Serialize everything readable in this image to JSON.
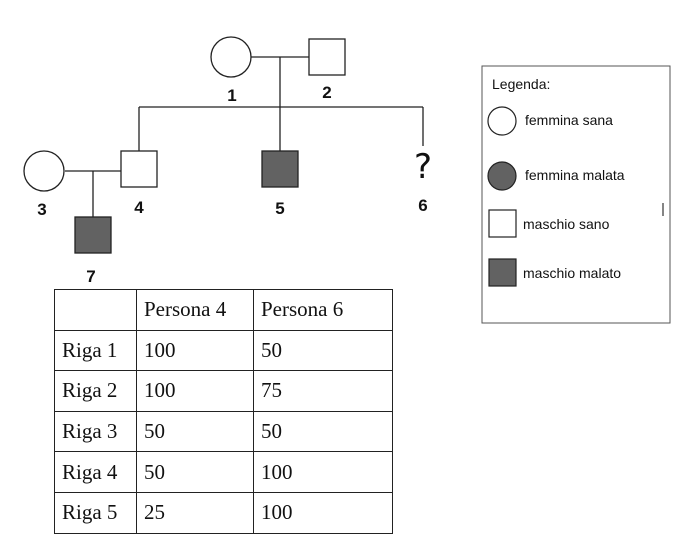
{
  "pedigree": {
    "individuals": [
      {
        "id": "1",
        "label": "1",
        "sex": "female",
        "status": "healthy"
      },
      {
        "id": "2",
        "label": "2",
        "sex": "male",
        "status": "healthy"
      },
      {
        "id": "3",
        "label": "3",
        "sex": "female",
        "status": "healthy"
      },
      {
        "id": "4",
        "label": "4",
        "sex": "male",
        "status": "healthy"
      },
      {
        "id": "5",
        "label": "5",
        "sex": "male",
        "status": "affected"
      },
      {
        "id": "6",
        "label": "6",
        "sex": "unknown",
        "status": "unknown",
        "symbol": "?"
      },
      {
        "id": "7",
        "label": "7",
        "sex": "male",
        "status": "affected"
      }
    ],
    "colors": {
      "affected_fill": "#626262",
      "healthy_fill": "#ffffff",
      "stroke": "#222222"
    }
  },
  "legend": {
    "title": "Legenda:",
    "items": [
      {
        "label": "femmina sana",
        "shape": "circle",
        "filled": false
      },
      {
        "label": "femmina malata",
        "shape": "circle",
        "filled": true
      },
      {
        "label": "maschio sano",
        "shape": "square",
        "filled": false
      },
      {
        "label": "maschio malato",
        "shape": "square",
        "filled": true
      }
    ]
  },
  "table": {
    "headers": [
      "",
      "Persona 4",
      "Persona 6"
    ],
    "rows": [
      [
        "Riga 1",
        "100",
        "50"
      ],
      [
        "Riga 2",
        "100",
        "75"
      ],
      [
        "Riga 3",
        "50",
        "50"
      ],
      [
        "Riga 4",
        "50",
        "100"
      ],
      [
        "Riga 5",
        "25",
        "100"
      ]
    ]
  }
}
